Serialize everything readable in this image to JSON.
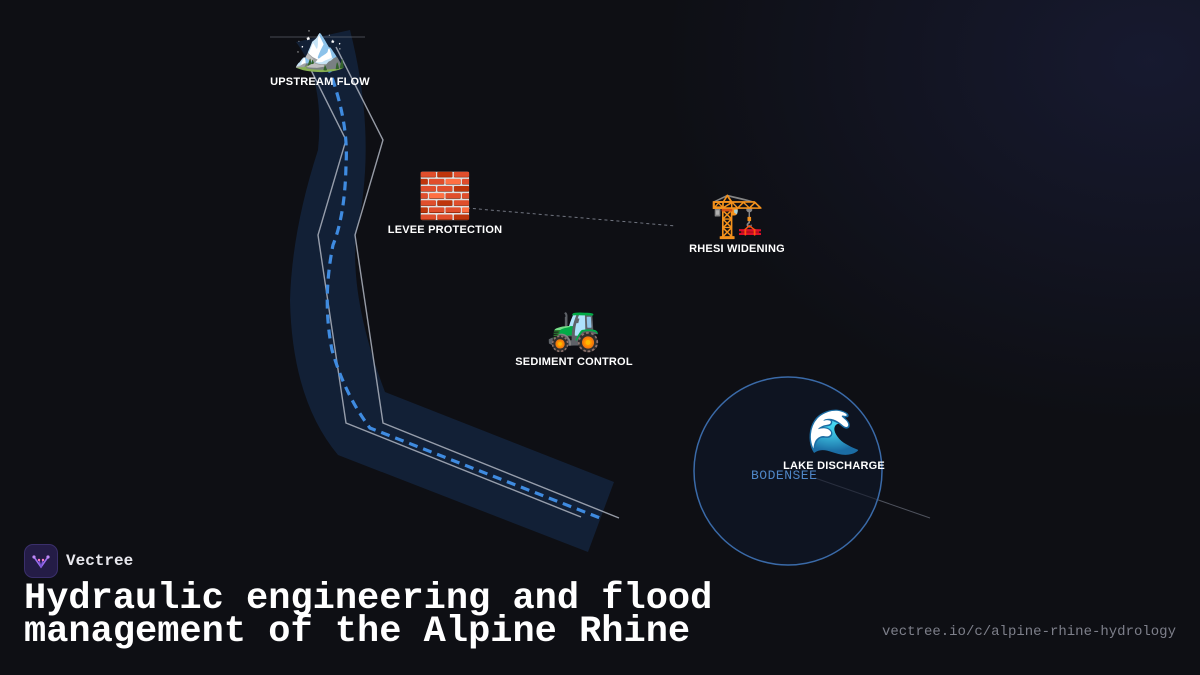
{
  "diagram": {
    "nodes": [
      {
        "id": "upstream",
        "icon": "mountain-icon",
        "emoji": "🏔️",
        "label": "UPSTREAM FLOW"
      },
      {
        "id": "levee",
        "icon": "brick-wall-icon",
        "emoji": "🧱",
        "label": "LEVEE PROTECTION"
      },
      {
        "id": "rhesi",
        "icon": "construction-crane-icon",
        "emoji": "🏗️",
        "label": "RHESI WIDENING"
      },
      {
        "id": "sediment",
        "icon": "tractor-icon",
        "emoji": "🚜",
        "label": "SEDIMENT CONTROL"
      },
      {
        "id": "lake",
        "icon": "water-wave-icon",
        "emoji": "🌊",
        "label": "LAKE DISCHARGE"
      }
    ],
    "lake_name": "BODENSEE",
    "colors": {
      "river_corridor": "#13223a",
      "embankment": "#aeb4c0",
      "flow_line": "#3f8be0",
      "lake_outline": "#3a6aa8",
      "lake_fill": "#0f1729"
    }
  },
  "brand": {
    "name": "Vectree",
    "logo_icon": "vectree-logo-icon"
  },
  "title": "Hydraulic engineering and flood management of the Alpine Rhine",
  "url": "vectree.io/c/alpine-rhine-hydrology"
}
